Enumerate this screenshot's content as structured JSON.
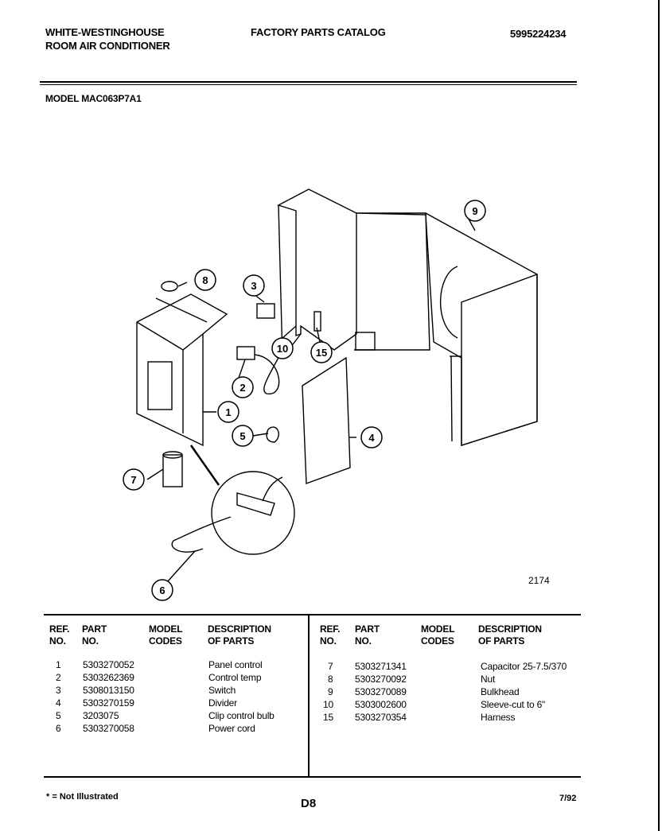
{
  "header": {
    "brand_line1": "WHITE-WESTINGHOUSE",
    "brand_line2": "ROOM AIR CONDITIONER",
    "catalog_title": "FACTORY PARTS CATALOG",
    "catalog_number": "5995224234",
    "model": "MODEL MAC063P7A1"
  },
  "diagram": {
    "figure_number": "2174",
    "callouts": [
      "1",
      "2",
      "3",
      "4",
      "5",
      "6",
      "7",
      "8",
      "9",
      "10",
      "15"
    ]
  },
  "table": {
    "headers": {
      "ref_line1": "REF.",
      "ref_line2": "NO.",
      "part_line1": "PART",
      "part_line2": "NO.",
      "model_line1": "MODEL",
      "model_line2": "CODES",
      "desc_line1": "DESCRIPTION",
      "desc_line2": "OF PARTS"
    },
    "left_rows": [
      {
        "ref": "1",
        "part": "5303270052",
        "desc": "Panel control"
      },
      {
        "ref": "2",
        "part": "5303262369",
        "desc": "Control temp"
      },
      {
        "ref": "3",
        "part": "5308013150",
        "desc": "Switch"
      },
      {
        "ref": "4",
        "part": "5303270159",
        "desc": "Divider"
      },
      {
        "ref": "5",
        "part": "3203075",
        "desc": "Clip control bulb"
      },
      {
        "ref": "6",
        "part": "5303270058",
        "desc": "Power cord"
      }
    ],
    "right_rows": [
      {
        "ref": "7",
        "part": "5303271341",
        "desc": "Capacitor 25-7.5/370"
      },
      {
        "ref": "8",
        "part": "5303270092",
        "desc": "Nut"
      },
      {
        "ref": "9",
        "part": "5303270089",
        "desc": "Bulkhead"
      },
      {
        "ref": "10",
        "part": "5303002600",
        "desc": "Sleeve-cut to 6\""
      },
      {
        "ref": "15",
        "part": "5303270354",
        "desc": "Harness"
      }
    ]
  },
  "footer": {
    "note": "* = Not Illustrated",
    "page": "D8",
    "date": "7/92"
  }
}
